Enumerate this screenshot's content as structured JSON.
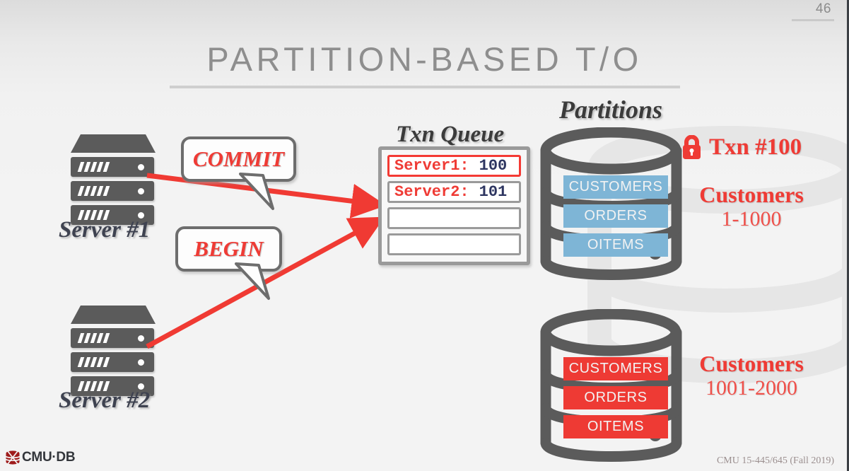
{
  "slide": {
    "page_number": "46",
    "title": "PARTITION-BASED T/O",
    "accent_red": "#ef3b35",
    "accent_blue": "#7eb5d6",
    "gray": "#5b5b5b"
  },
  "headings": {
    "partitions": "Partitions",
    "txn_queue": "Txn Queue"
  },
  "servers": [
    {
      "label": "Server #1",
      "icon": "server-rack-icon"
    },
    {
      "label": "Server #2",
      "icon": "server-rack-icon"
    }
  ],
  "bubbles": [
    {
      "text": "COMMIT",
      "name": "commit-bubble"
    },
    {
      "text": "BEGIN",
      "name": "begin-bubble"
    }
  ],
  "queue": {
    "slots": [
      {
        "server": "Server1:",
        "txn": "100",
        "active": true
      },
      {
        "server": "Server2:",
        "txn": "101",
        "active": false
      },
      {
        "server": "",
        "txn": "",
        "active": false
      },
      {
        "server": "",
        "txn": "",
        "active": false
      }
    ]
  },
  "partitions": [
    {
      "name": "partition-upper",
      "color": "blue",
      "tables": [
        "CUSTOMERS",
        "ORDERS",
        "OITEMS"
      ],
      "lock": {
        "icon": "lock-icon",
        "label": "Txn #100"
      },
      "range_title": "Customers",
      "range_value": "1-1000"
    },
    {
      "name": "partition-lower",
      "color": "red",
      "tables": [
        "CUSTOMERS",
        "ORDERS",
        "OITEMS"
      ],
      "lock": null,
      "range_title": "Customers",
      "range_value": "1001-2000"
    }
  ],
  "footer": {
    "logo_text": "CMU·DB",
    "logo_icon": "database-cylinder-icon",
    "course": "CMU 15-445/645 (Fall 2019)"
  }
}
